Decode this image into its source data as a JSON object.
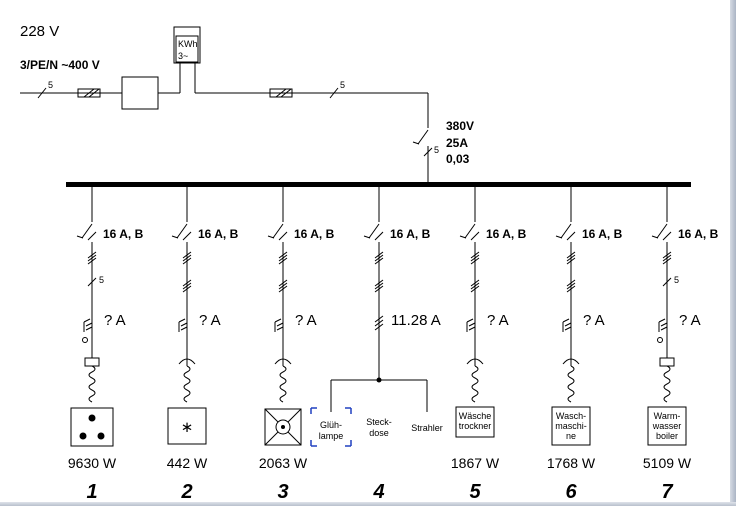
{
  "header": {
    "voltage": "228 V",
    "supply": "3/PE/N ~400 V",
    "supply_wires": "5",
    "meter_label": "KWh",
    "meter_phase": "3~",
    "main_wires": "5"
  },
  "rcd": {
    "voltage": "380V",
    "current": "25A",
    "sensitivity": "0,03",
    "wires": "5"
  },
  "colors": {
    "line": "#000000",
    "marker": "#2040c0",
    "background": "#ffffff"
  },
  "circuits": [
    {
      "number": "1",
      "breaker": "16 A, B",
      "current": "? A",
      "watts": "9630 W",
      "wires": "5",
      "connector": "box",
      "load": "stove-icon"
    },
    {
      "number": "2",
      "breaker": "16 A, B",
      "current": "? A",
      "watts": "442 W",
      "connector": "plug",
      "load": "star-box-icon"
    },
    {
      "number": "3",
      "breaker": "16 A, B",
      "current": "? A",
      "watts": "2063 W",
      "connector": "plug",
      "load": "oven-icon"
    },
    {
      "number": "4",
      "breaker": "16 A, B",
      "current": "11.28 A",
      "watts": "",
      "connector": "split",
      "sub_loads": [
        "Glüh-\nlampe",
        "Steck-\ndose",
        "Strahler"
      ]
    },
    {
      "number": "5",
      "breaker": "16 A, B",
      "current": "? A",
      "watts": "1867 W",
      "connector": "plug",
      "load": "Wäsche\ntrockner"
    },
    {
      "number": "6",
      "breaker": "16 A, B",
      "current": "? A",
      "watts": "1768 W",
      "connector": "plug",
      "load": "Wasch-\nmaschi-\nne"
    },
    {
      "number": "7",
      "breaker": "16 A, B",
      "current": "? A",
      "watts": "5109 W",
      "wires": "5",
      "connector": "box",
      "load": "Warm-\nwasser\nboiler"
    }
  ]
}
